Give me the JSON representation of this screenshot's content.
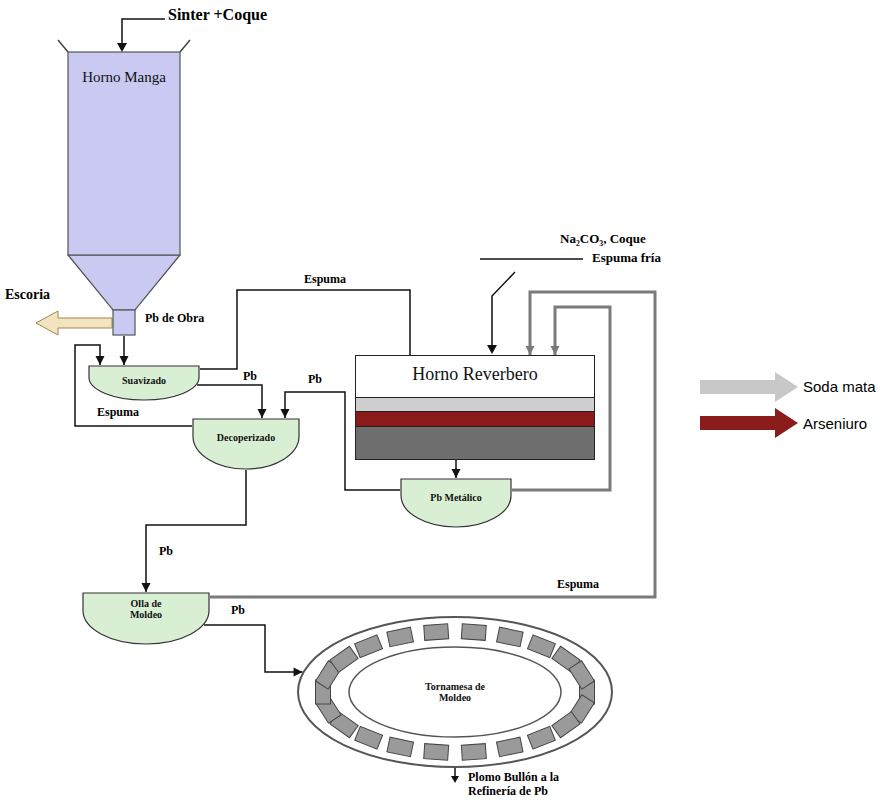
{
  "diagram": {
    "nodes": [
      {
        "text": [
          "Horno Manga"
        ]
      },
      {
        "text": [
          "Suavizado"
        ]
      },
      {
        "text": [
          "Decoperizado"
        ]
      },
      {
        "text": [
          "Horno Reverbero"
        ]
      },
      {
        "text": [
          "Pb Metálico"
        ]
      },
      {
        "text": [
          "Olla de Moldeo"
        ]
      },
      {
        "text": [
          "Tornamesa de Moldeo"
        ]
      }
    ],
    "edges": [
      {
        "from": 0,
        "to": 1,
        "arrow": "to",
        "label": "Pb de Obra"
      },
      {
        "from": 1,
        "to": 3,
        "arrow": "none",
        "label": "Espuma"
      },
      {
        "from": 1,
        "to": 2,
        "arrow": "to",
        "label": "Pb"
      },
      {
        "from": 2,
        "to": 1,
        "arrow": "to",
        "label": "Espuma"
      },
      {
        "from": 4,
        "to": 2,
        "arrow": "to",
        "label": "Pb"
      },
      {
        "from": 2,
        "to": 5,
        "arrow": "to",
        "label": "Pb"
      },
      {
        "from": 3,
        "to": 4,
        "arrow": "to"
      },
      {
        "from": 4,
        "to": 3,
        "arrow": "to"
      },
      {
        "from": 5,
        "to": 3,
        "arrow": "to",
        "label": "Espuma"
      },
      {
        "from": 5,
        "to": 6,
        "arrow": "to",
        "label": "Pb"
      }
    ],
    "labels": [
      "Sinter +Coque",
      "Escoria",
      "Na₂CO₃, Coque",
      "Espuma fría",
      "Soda mata",
      "Arseniuro",
      "Plomo Bullón a la Refinería de Pb"
    ]
  }
}
